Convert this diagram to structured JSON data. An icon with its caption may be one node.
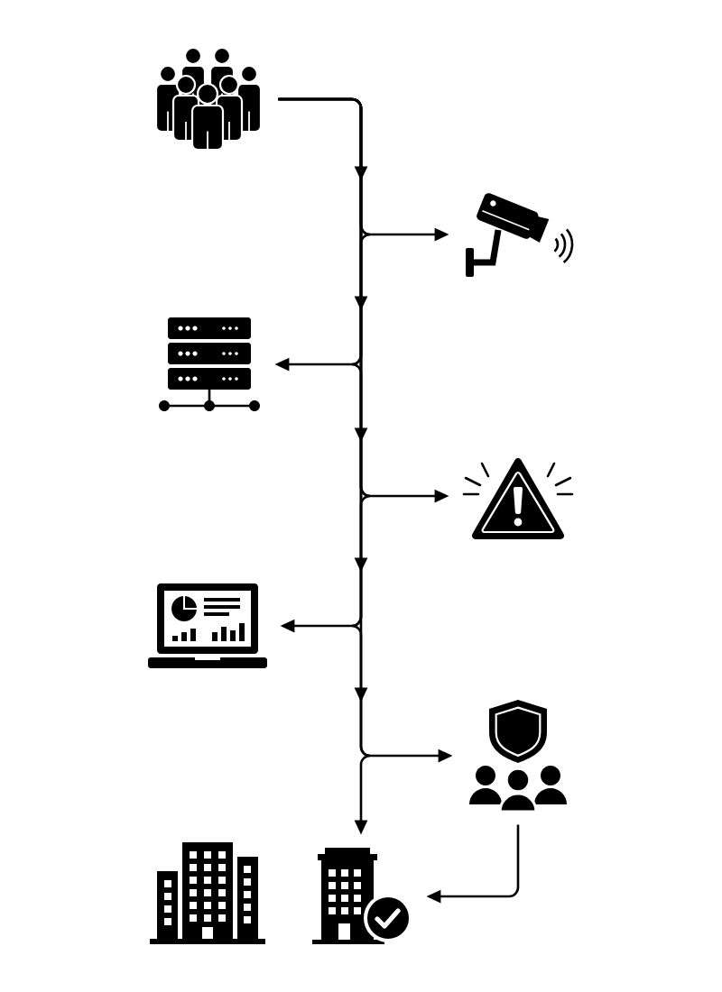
{
  "diagram": {
    "nodes": [
      {
        "text": [],
        "shape": "picture"
      },
      {
        "text": [],
        "shape": "picture"
      },
      {
        "text": [],
        "shape": "picture"
      },
      {
        "text": [],
        "shape": "picture"
      },
      {
        "text": [],
        "shape": "picture"
      },
      {
        "text": [],
        "shape": "picture"
      },
      {
        "text": [],
        "shape": "picture"
      },
      {
        "text": [],
        "shape": "picture"
      }
    ],
    "edges": [
      {
        "from": 0,
        "to": 1,
        "arrow": "to"
      },
      {
        "from": 0,
        "to": 2,
        "arrow": "to"
      },
      {
        "from": 0,
        "to": 3,
        "arrow": "to"
      },
      {
        "from": 0,
        "to": 4,
        "arrow": "to"
      },
      {
        "from": 0,
        "to": 5,
        "arrow": "to"
      },
      {
        "from": 0,
        "to": 7,
        "arrow": "to"
      },
      {
        "from": 5,
        "to": 7,
        "arrow": "to"
      }
    ]
  }
}
